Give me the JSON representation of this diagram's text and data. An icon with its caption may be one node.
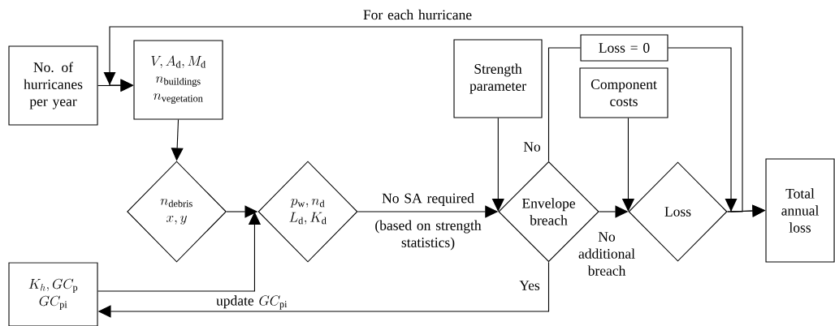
{
  "diagram": {
    "nodes": [
      {
        "text": [
          "No. of hurricanes per year"
        ]
      },
      {
        "text": [
          "V, A_{\\mathrm{d}}, M_{\\mathrm{d}}",
          "n_{\\mathrm{buildings}}",
          "n_{\\mathrm{vegetation}}"
        ]
      },
      {
        "text": [
          "n_{\\mathrm{debris}}",
          "x, y"
        ]
      },
      {
        "text": [
          "p_{\\mathrm{w}}, n_{\\mathrm{d}}",
          "L_{\\mathrm{d}}, K_{\\mathrm{d}}"
        ]
      },
      {
        "text": [
          "Strength parameter"
        ]
      },
      {
        "text": [
          "Loss = 0"
        ]
      },
      {
        "text": [
          "Component costs"
        ]
      },
      {
        "text": [
          "Envelope breach"
        ]
      },
      {
        "text": [
          "Loss"
        ]
      },
      {
        "text": [
          "Total annual loss"
        ]
      },
      {
        "text": [
          "K_{h}, GC_{\\mathrm{p}}",
          "GC_{\\mathrm{pi}}"
        ]
      }
    ],
    "edges": [
      {
        "from": 0,
        "to": 1,
        "arrow": "to"
      },
      {
        "from": 8,
        "to": 1,
        "arrow": "to",
        "label": "For each hurricane"
      },
      {
        "from": 1,
        "to": 2,
        "arrow": "to"
      },
      {
        "from": 2,
        "to": 3,
        "arrow": "to"
      },
      {
        "from": 10,
        "to": 3,
        "arrow": "to"
      },
      {
        "from": 3,
        "to": 7,
        "arrow": "to",
        "label": "No SA required"
      },
      {
        "from": 4,
        "to": 7,
        "arrow": "to"
      },
      {
        "from": 7,
        "to": 8,
        "arrow": "to",
        "label": "No additional breach"
      },
      {
        "from": 6,
        "to": 8,
        "arrow": "to"
      },
      {
        "from": 7,
        "to": 5,
        "arrow": "none",
        "label": "No"
      },
      {
        "from": 5,
        "to": 9,
        "arrow": "to"
      },
      {
        "from": 8,
        "to": 9,
        "arrow": "to"
      },
      {
        "from": 7,
        "to": 10,
        "arrow": "to",
        "label": "Yes"
      }
    ],
    "labels": [
      "(based on strength statistics)",
      "\\text{update }GC_{\\mathrm{pi}}"
    ]
  }
}
